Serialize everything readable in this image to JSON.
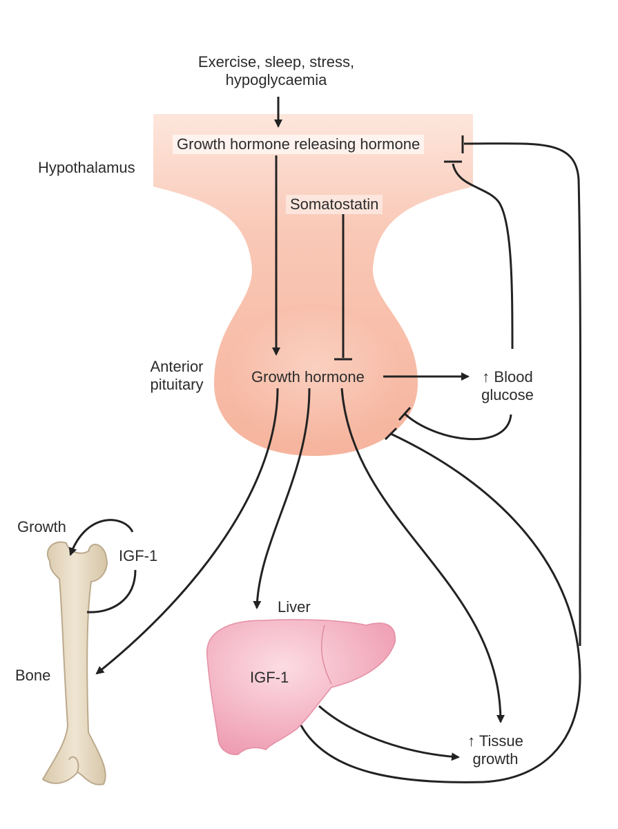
{
  "labels": {
    "stimuli_line1": "Exercise, sleep, stress,",
    "stimuli_line2": "hypoglycaemia",
    "ghrh": "Growth hormone releasing hormone",
    "hypothalamus": "Hypothalamus",
    "somatostatin": "Somatostatin",
    "anterior_line1": "Anterior",
    "anterior_line2": "pituitary",
    "growth_hormone": "Growth hormone",
    "blood_line1": "↑ Blood",
    "blood_line2": "glucose",
    "growth": "Growth",
    "igf1_bone": "IGF-1",
    "bone": "Bone",
    "liver": "Liver",
    "igf1_liver": "IGF-1",
    "tissue_line1": "↑ Tissue",
    "tissue_line2": "growth"
  },
  "colors": {
    "gland": "#f7b8a3",
    "gland_light": "#fde3d8",
    "liver": "#f2a7b8",
    "liver_light": "#fbd4de",
    "bone": "#e6d8bf",
    "bone_edge": "#bba98c",
    "line": "#222222",
    "text": "#2b2b2b"
  }
}
